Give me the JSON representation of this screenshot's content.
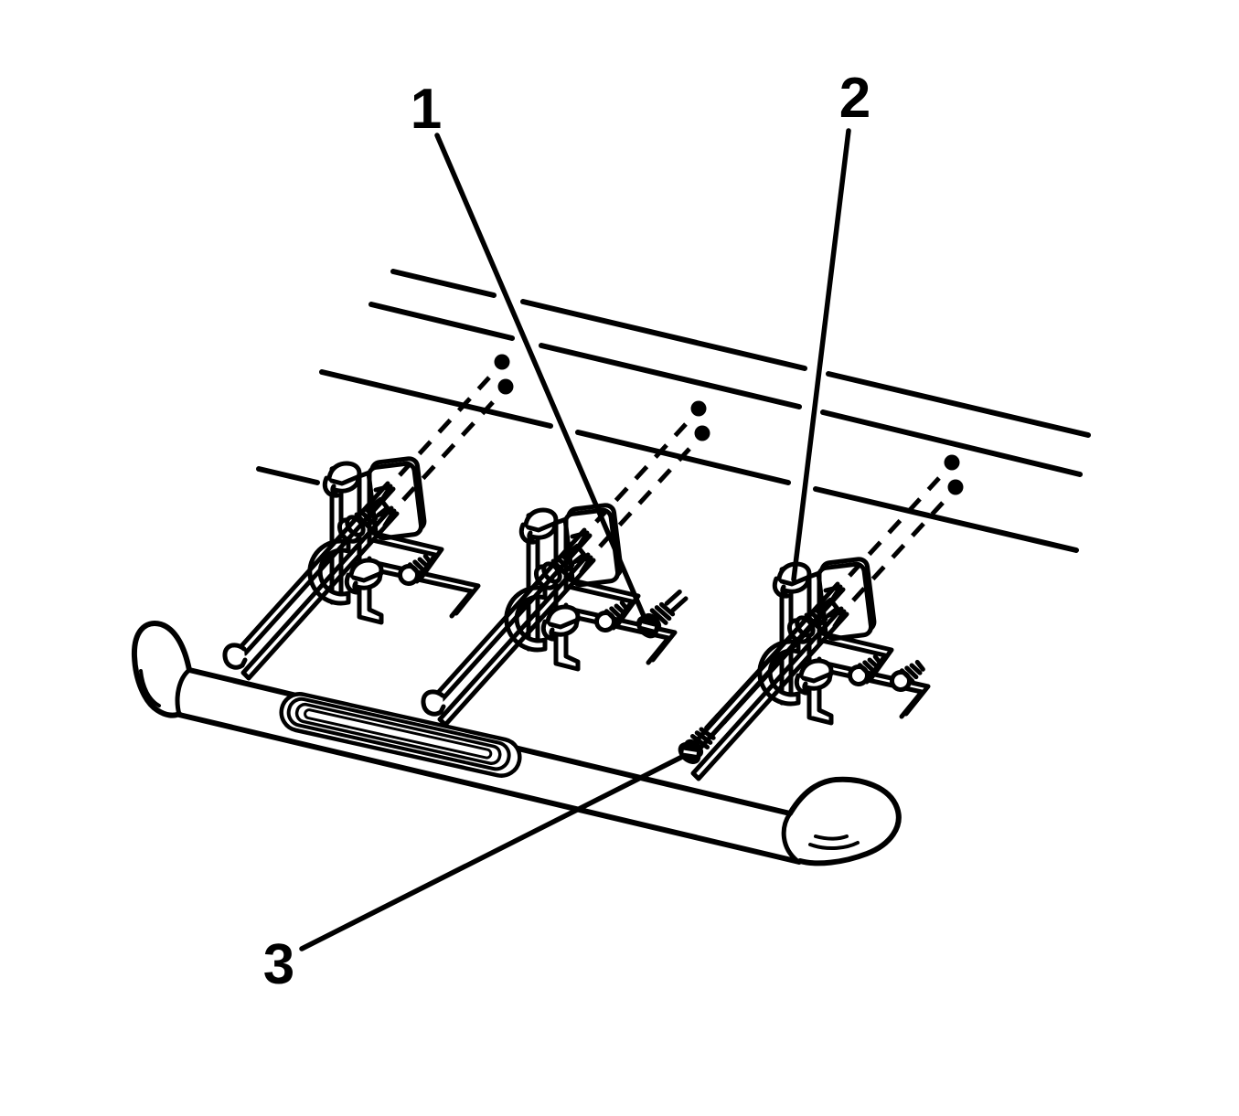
{
  "figure": {
    "type": "exploded-parts-diagram",
    "background": "#ffffff",
    "stroke": "#000000",
    "callouts": [
      {
        "label": "1",
        "points_to": "bracket-mounting-bolt"
      },
      {
        "label": "2",
        "points_to": "bracket-mounting-nut"
      },
      {
        "label": "3",
        "points_to": "step-bar-attachment-bolt"
      }
    ]
  }
}
